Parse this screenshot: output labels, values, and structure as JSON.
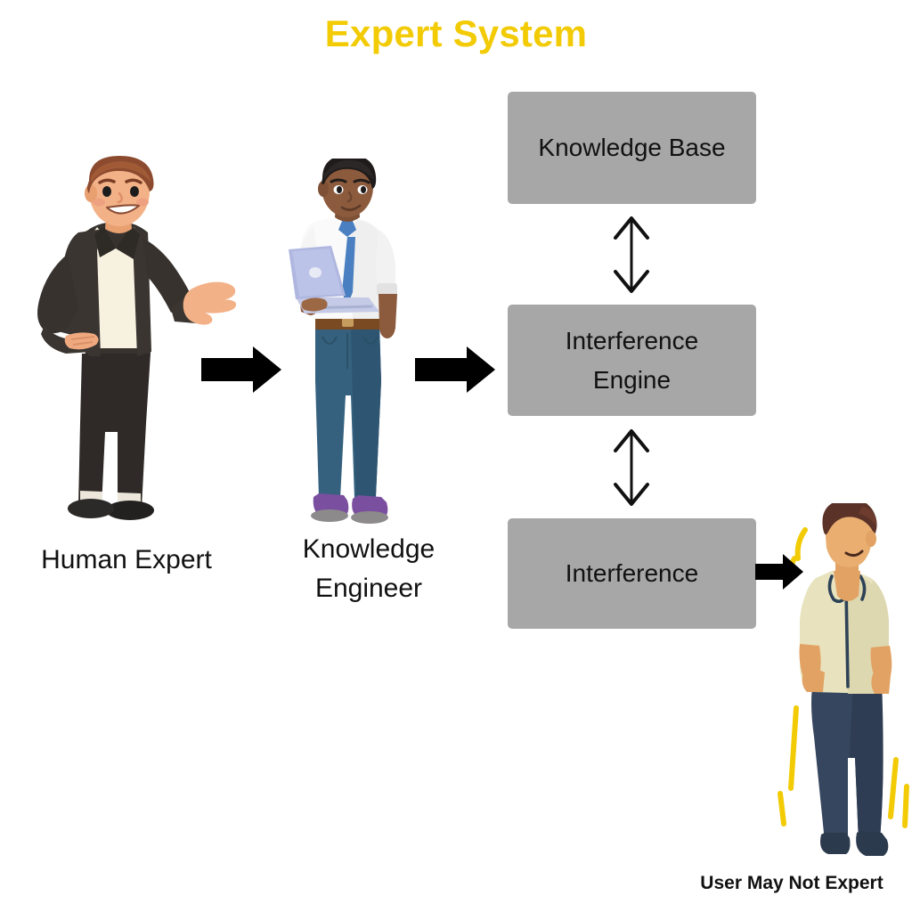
{
  "title": "Expert System",
  "colors": {
    "title": "#F2CB05",
    "box_fill": "#A7A7A7",
    "box_text": "#111111",
    "arrow": "#000000",
    "background": "#FFFFFF"
  },
  "boxes": [
    {
      "id": "knowledge-base",
      "label": "Knowledge Base"
    },
    {
      "id": "inference-engine",
      "label": "Interference\nEngine",
      "line1": "Interference",
      "line2": "Engine"
    },
    {
      "id": "inference",
      "label": "Interference"
    }
  ],
  "figures": [
    {
      "id": "human-expert",
      "caption": "Human Expert",
      "description": "businessman-dark-suit-red-tie"
    },
    {
      "id": "knowledge-engineer",
      "caption": "Knowledge\nEngineer",
      "caption_line1": "Knowledge",
      "caption_line2": "Engineer",
      "description": "man-white-shirt-blue-tie-holding-laptop"
    },
    {
      "id": "user",
      "caption": "User May Not Expert",
      "description": "man-cream-shirt-navy-pants-hands-in-pockets"
    }
  ],
  "arrows": [
    {
      "id": "expert-to-engineer",
      "type": "block-arrow-right"
    },
    {
      "id": "engineer-to-system",
      "type": "block-arrow-right"
    },
    {
      "id": "system-to-user",
      "type": "block-arrow-right"
    },
    {
      "id": "kb-to-engine",
      "type": "double-headed-vertical"
    },
    {
      "id": "engine-to-inference",
      "type": "double-headed-vertical"
    }
  ]
}
